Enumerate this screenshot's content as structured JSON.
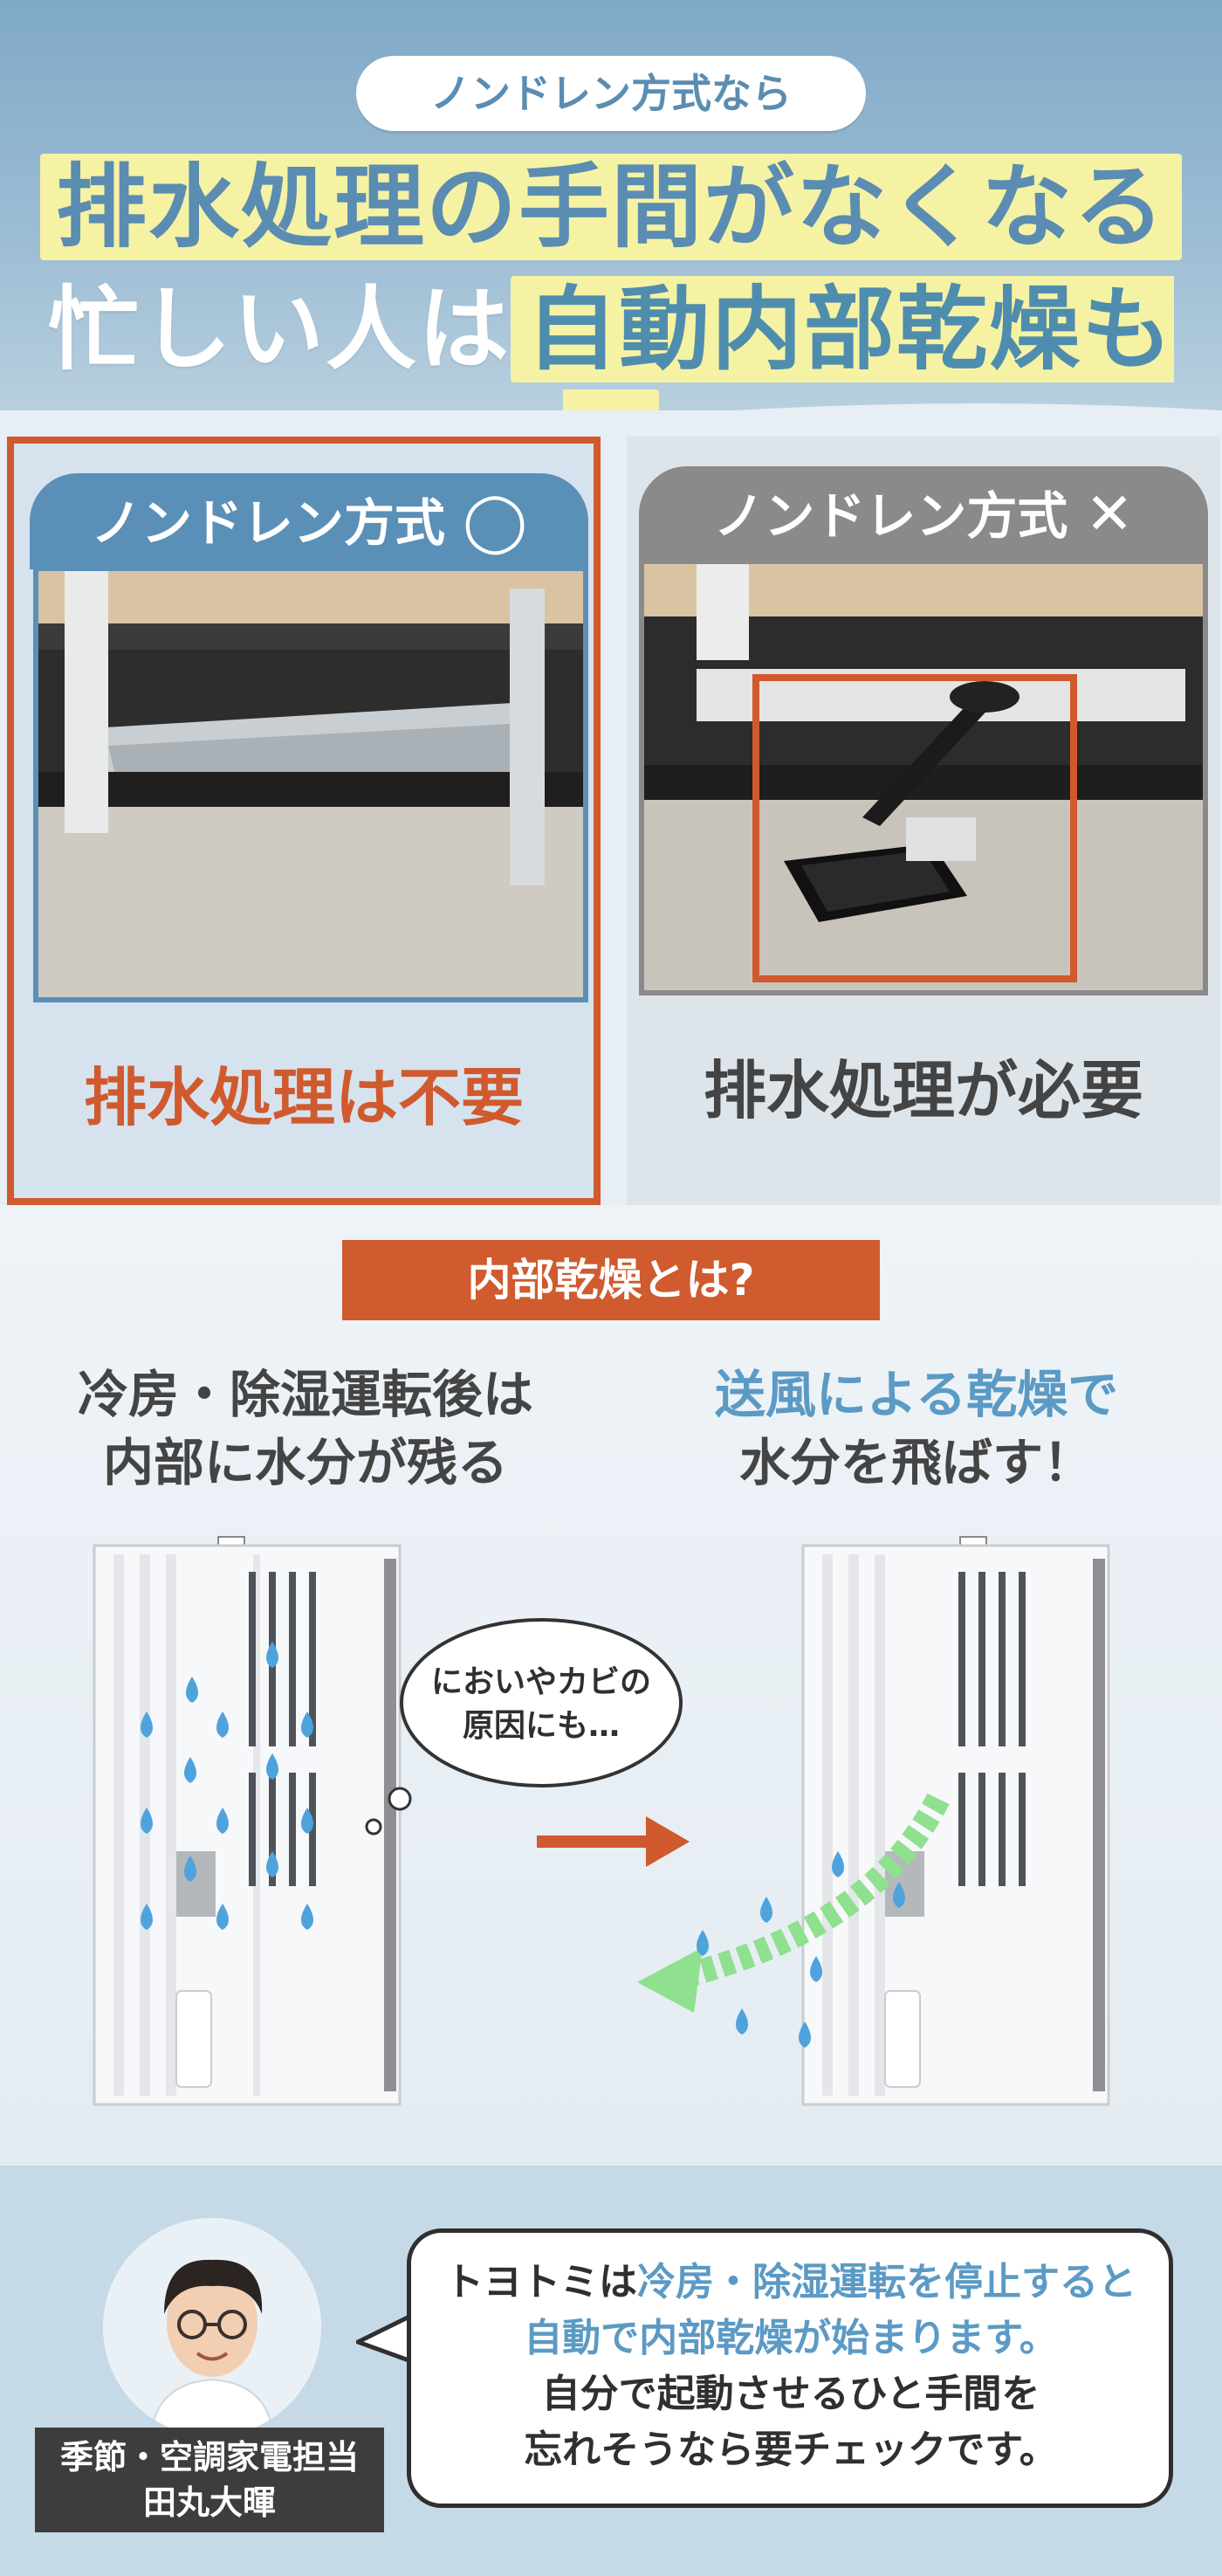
{
  "header": {
    "pill": "ノンドレン方式なら",
    "line1": "排水処理の手間がなくなる",
    "line2_plain": "忙しい人は",
    "line2_highlight": "自動内部乾燥も◎"
  },
  "comparison": {
    "good": {
      "tag": "ノンドレン方式",
      "symbol": "◯",
      "result": "排水処理は不要"
    },
    "bad": {
      "tag": "ノンドレン方式",
      "symbol": "✕",
      "result": "排水処理が必要"
    }
  },
  "drying": {
    "title": "内部乾燥とは?",
    "left_line1": "冷房・除湿運転後は",
    "left_line2": "内部に水分が残る",
    "right_line1": "送風による乾燥で",
    "right_line2": "水分を飛ばす！",
    "thought_line1": "においやカビの",
    "thought_line2": "原因にも…"
  },
  "staff": {
    "role": "季節・空調家電担当",
    "name": "田丸大暉",
    "comment_l1_a": "トヨトミは",
    "comment_l1_b": "冷房・除湿運転を停止すると",
    "comment_l2": "自動で内部乾燥が始まります。",
    "comment_l3": "自分で起動させるひと手間を",
    "comment_l4": "忘れそうなら要チェックです。"
  },
  "colors": {
    "accent_orange": "#d05a2e",
    "accent_blue": "#5a8fb8",
    "highlight_yellow": "#f6f2a4",
    "water_blue": "#4fa3dc",
    "airflow_green": "#8fe08f"
  }
}
